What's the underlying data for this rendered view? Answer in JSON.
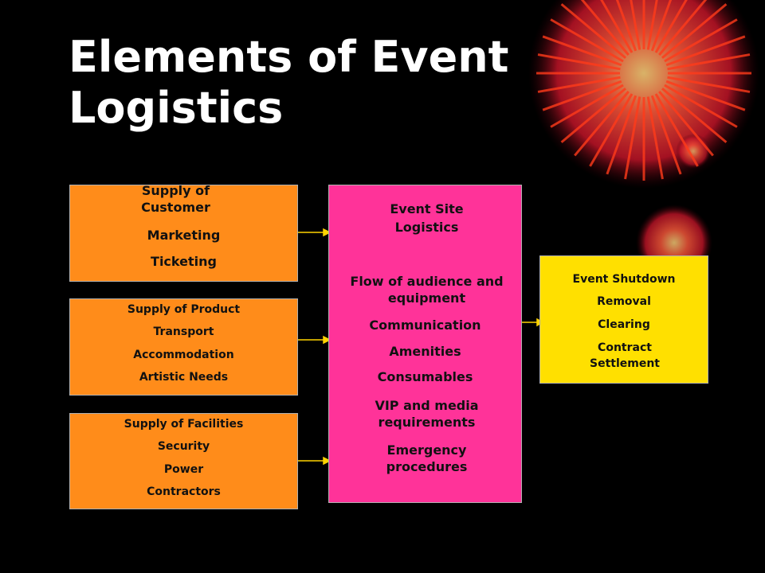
{
  "title": [
    "Elements of Event",
    "Logistics"
  ],
  "customer_box": {
    "heading": "Supply of Customer",
    "items": [
      "Marketing",
      "Ticketing"
    ]
  },
  "product_box": {
    "heading": "Supply of Product",
    "items": [
      "Transport",
      "Accommodation",
      "Artistic Needs"
    ]
  },
  "facilities_box": {
    "heading": "Supply of Facilities",
    "items": [
      "Security",
      "Power",
      "Contractors"
    ]
  },
  "site_box": {
    "heading": "Event Site Logistics",
    "items": [
      "Flow of audience and equipment",
      "Communication",
      "Amenities",
      "Consumables",
      "VIP and media requirements",
      "Emergency procedures"
    ]
  },
  "shutdown_box": {
    "heading": "Event Shutdown",
    "items": [
      "Removal",
      "Clearing",
      "Contract Settlement"
    ]
  },
  "colors": {
    "supply": "#ff8c1a",
    "site": "#ff3399",
    "shutdown": "#ffe000",
    "background": "#000000",
    "arrow": "#ffd400"
  }
}
